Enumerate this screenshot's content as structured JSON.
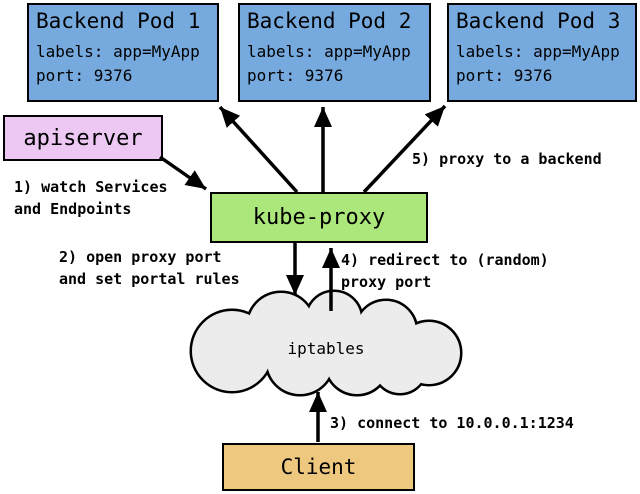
{
  "colors": {
    "pod": "#76aadf",
    "apiserver": "#ecc8f2",
    "kube_proxy": "#abe77b",
    "client": "#efc87f",
    "cloud": "#ececec",
    "outline": "#000000",
    "background": "#ffffff"
  },
  "nodes": {
    "pods": [
      {
        "title": "Backend Pod 1",
        "labels": "labels: app=MyApp",
        "port": "port: 9376"
      },
      {
        "title": "Backend Pod 2",
        "labels": "labels: app=MyApp",
        "port": "port: 9376"
      },
      {
        "title": "Backend Pod 3",
        "labels": "labels: app=MyApp",
        "port": "port: 9376"
      }
    ],
    "apiserver": "apiserver",
    "kube_proxy": "kube-proxy",
    "iptables": "iptables",
    "client": "Client"
  },
  "annotations": {
    "step1": "1) watch Services\nand Endpoints",
    "step2": "2) open proxy port\nand set portal rules",
    "step3": "3) connect to 10.0.0.1:1234",
    "step4": "4) redirect to (random)\nproxy port",
    "step5": "5) proxy to a backend"
  }
}
